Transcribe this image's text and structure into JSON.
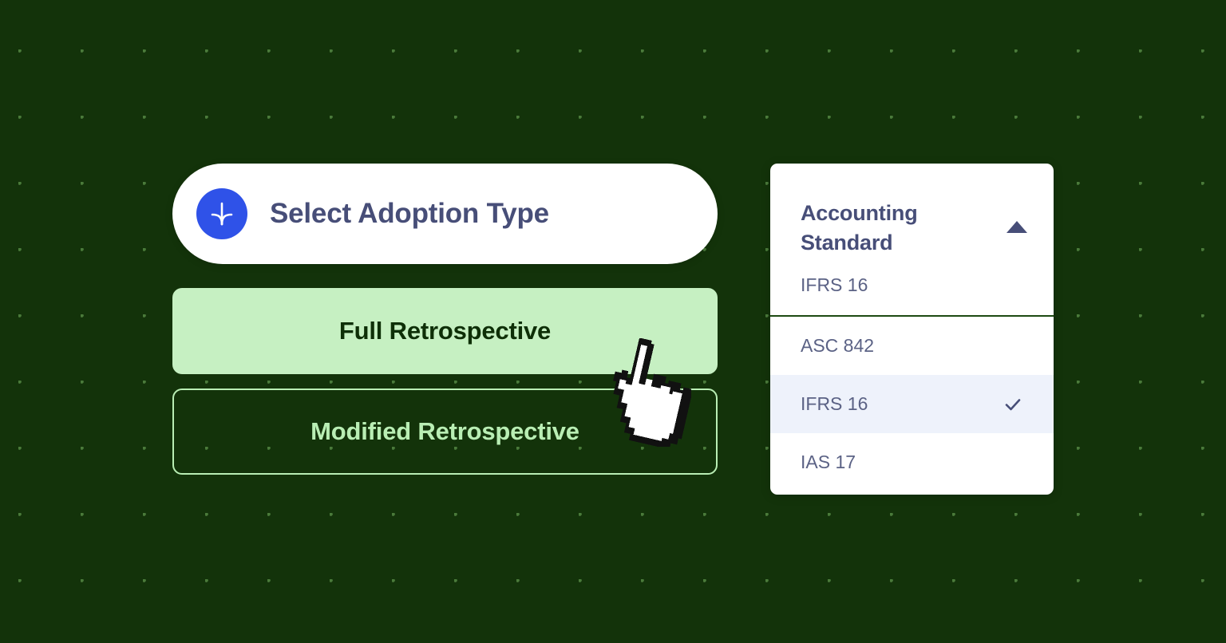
{
  "background": {
    "color": "#13330a",
    "dot_color": "#4a7a3a",
    "pattern": "dot-grid"
  },
  "adoption_type": {
    "icon": "download-arrow-icon",
    "icon_circle_color": "#2f52e8",
    "label": "Select Adoption Type",
    "label_color": "#474e78",
    "pill_color": "#ffffff"
  },
  "options": {
    "full_retrospective": {
      "label": "Full Retrospective",
      "state": "selected",
      "background": "#c6f0c2",
      "text_color": "#0e2f07"
    },
    "modified_retrospective": {
      "label": "Modified Retrospective",
      "state": "unselected",
      "border_color": "#b9eeb4",
      "text_color": "#b9eeb4"
    }
  },
  "accounting_standard": {
    "title": "Accounting Standard",
    "selected_value": "IFRS 16",
    "caret_icon": "chevron-up-icon",
    "expanded": true,
    "highlight_color": "#eef2fb",
    "items": [
      {
        "label": "ASC 842",
        "selected": false,
        "check": ""
      },
      {
        "label": "IFRS 16",
        "selected": true,
        "check": "✓"
      },
      {
        "label": "IAS 17",
        "selected": false,
        "check": ""
      }
    ]
  },
  "cursor": {
    "icon": "pointing-hand-cursor"
  }
}
